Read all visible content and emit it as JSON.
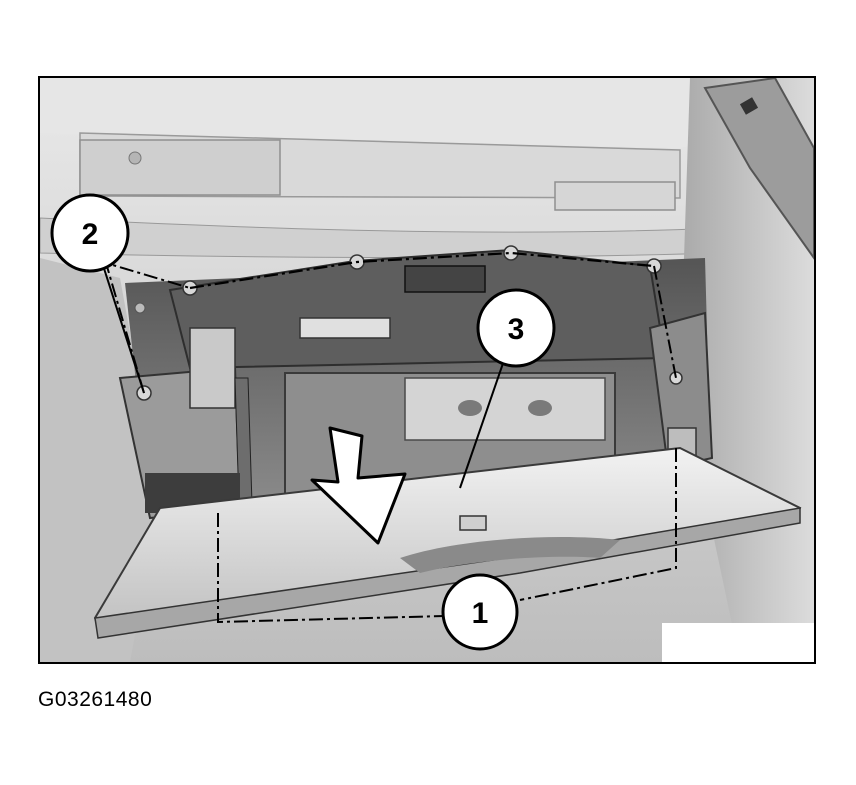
{
  "figure": {
    "callouts": [
      {
        "id": "1",
        "label": "1"
      },
      {
        "id": "2",
        "label": "2"
      },
      {
        "id": "3",
        "label": "3"
      }
    ],
    "code": "G03261480"
  },
  "colors": {
    "frame": "#000000",
    "line_art_dark": "#3a3a3a",
    "line_art_mid": "#8a8a8a",
    "line_art_light": "#dedede"
  }
}
